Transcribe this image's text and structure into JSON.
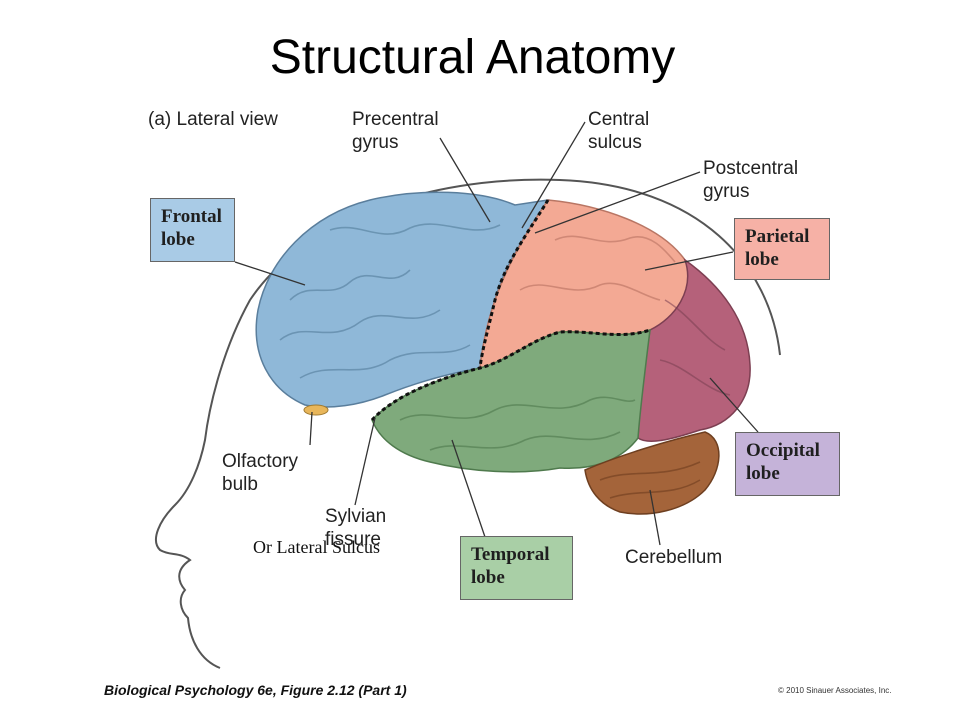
{
  "title": "Structural Anatomy",
  "panel_label": "(a) Lateral view",
  "labels": {
    "precentral": "Precentral\ngyrus",
    "central": "Central\nsulcus",
    "postcentral": "Postcentral\ngyrus",
    "olfactory": "Olfactory\nbulb",
    "sylvian": "Sylvian\nfissure",
    "cerebellum": "Cerebellum"
  },
  "lobes": {
    "frontal": "Frontal\nlobe",
    "parietal": "Parietal\nlobe",
    "occipital": "Occipital\nlobe",
    "temporal": "Temporal\nlobe"
  },
  "overlay_note": "Or Lateral Sulcus",
  "footer": {
    "source": "Biological Psychology 6e, Figure 2.12 (Part 1)",
    "copyright": "© 2010 Sinauer Associates, Inc."
  },
  "colors": {
    "frontal": "#8fb8d8",
    "parietal": "#f3a994",
    "occipital": "#b5617a",
    "temporal": "#7faa7c",
    "cerebellum": "#a4643a"
  }
}
